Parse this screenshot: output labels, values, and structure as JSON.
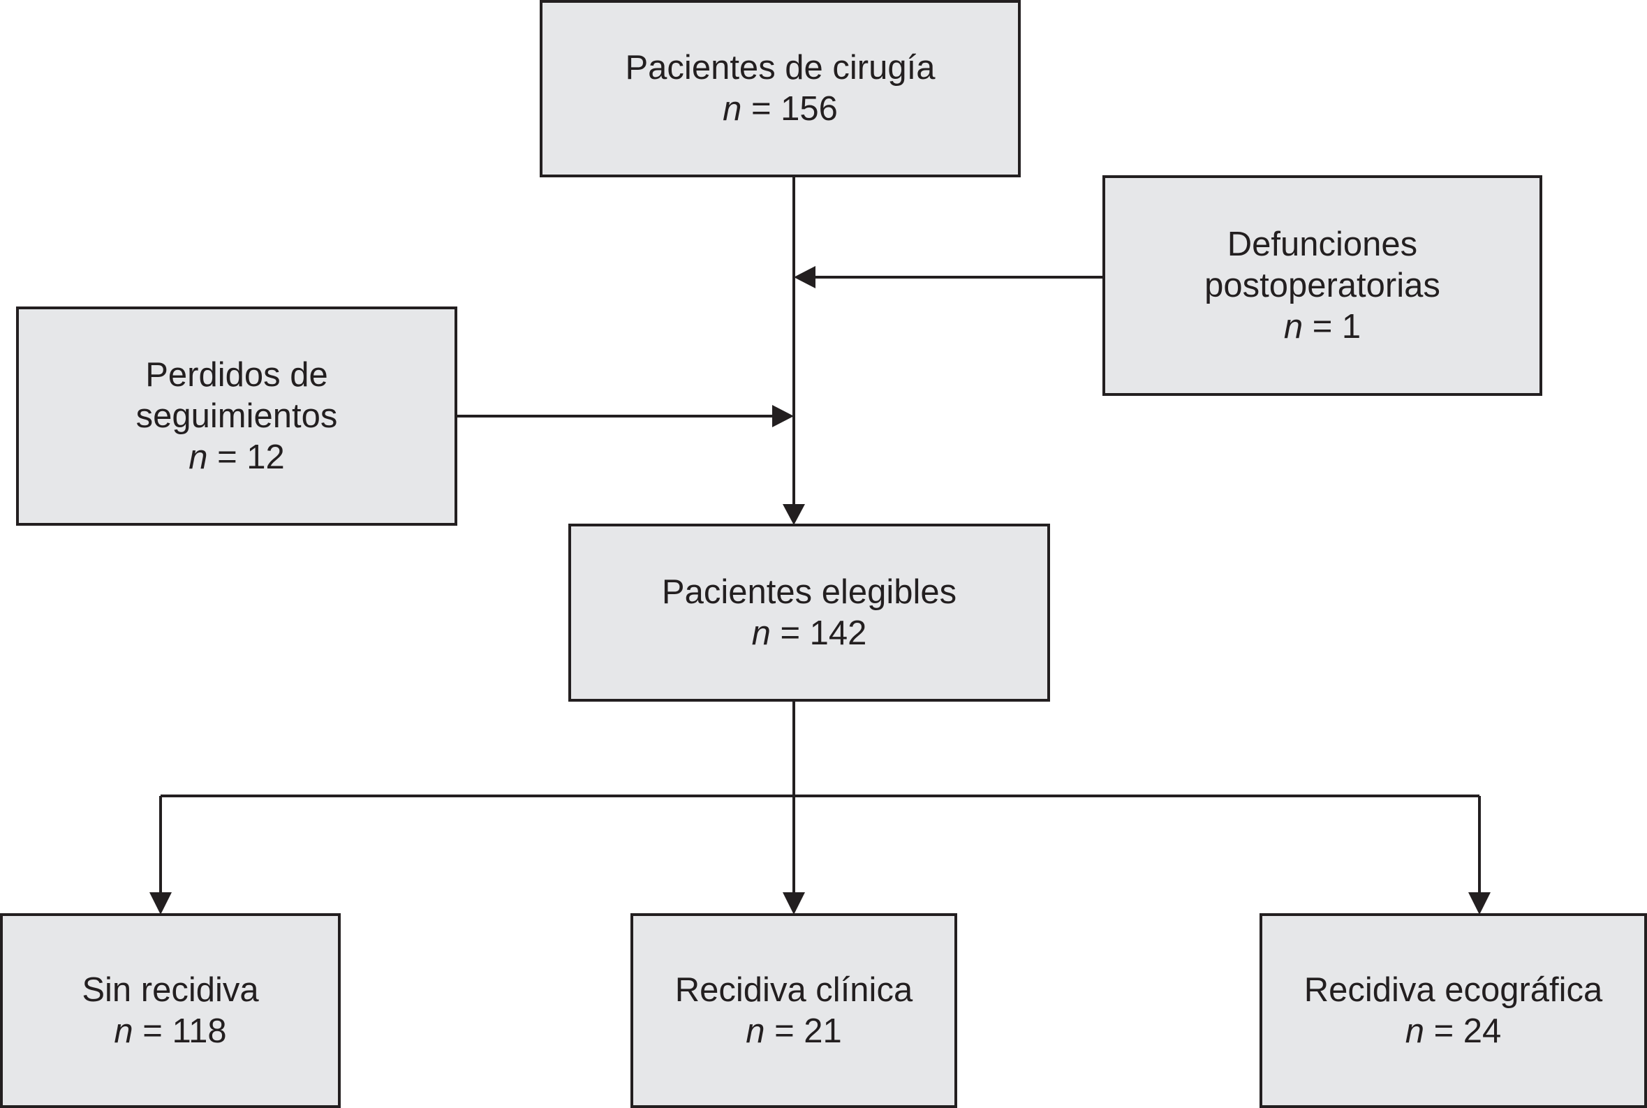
{
  "colors": {
    "box_fill": "#e6e7e9",
    "line": "#231f20",
    "background": "#ffffff"
  },
  "nodes": {
    "surgery": {
      "label": "Pacientes de cirugía",
      "n_symbol": "n",
      "n_value": "= 156"
    },
    "deaths": {
      "label": "Defunciones\npostoperatorias",
      "n_symbol": "n",
      "n_value": "= 1"
    },
    "lost": {
      "label": "Perdidos de\nseguimientos",
      "n_symbol": "n",
      "n_value": "= 12"
    },
    "eligible": {
      "label": "Pacientes elegibles",
      "n_symbol": "n",
      "n_value": "= 142"
    },
    "no_recurrence": {
      "label": "Sin recidiva",
      "n_symbol": "n",
      "n_value": "= 118"
    },
    "clinical": {
      "label": "Recidiva clínica",
      "n_symbol": "n",
      "n_value": "= 21"
    },
    "ultrasound": {
      "label": "Recidiva ecográfica",
      "n_symbol": "n",
      "n_value": "= 24"
    }
  }
}
